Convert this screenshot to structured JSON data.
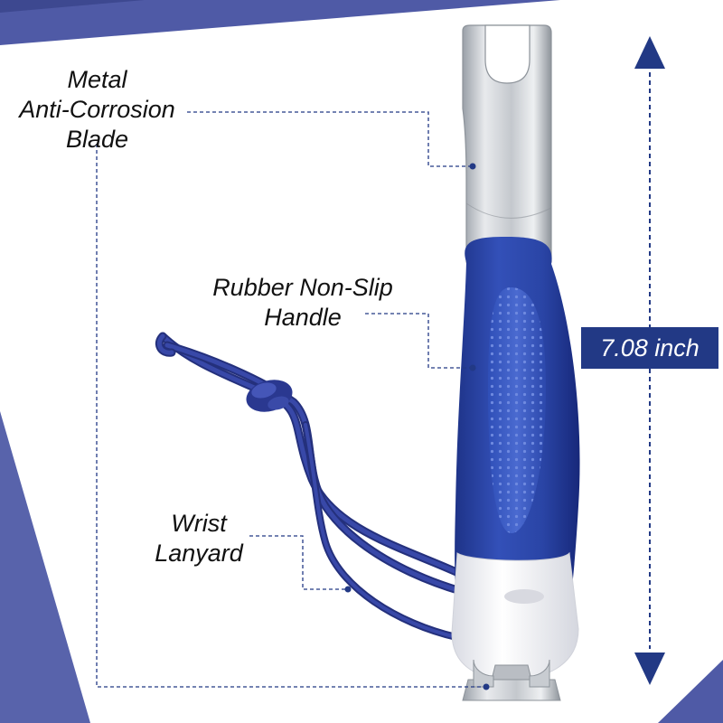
{
  "callouts": {
    "blade": [
      "Metal",
      "Anti-Corrosion",
      "Blade"
    ],
    "handle": [
      "Rubber Non-Slip",
      "Handle"
    ],
    "lanyard": [
      "Wrist",
      "Lanyard"
    ]
  },
  "dimension": {
    "length": "7.08 inch"
  },
  "colors": {
    "accent": "#223985",
    "handle_blue": "#2c46a8",
    "lanyard_blue": "#2f3f9a",
    "background_stripe": "#4f5aa6",
    "metal": "#c9cdd2",
    "end_cap": "#f3f3f6"
  }
}
